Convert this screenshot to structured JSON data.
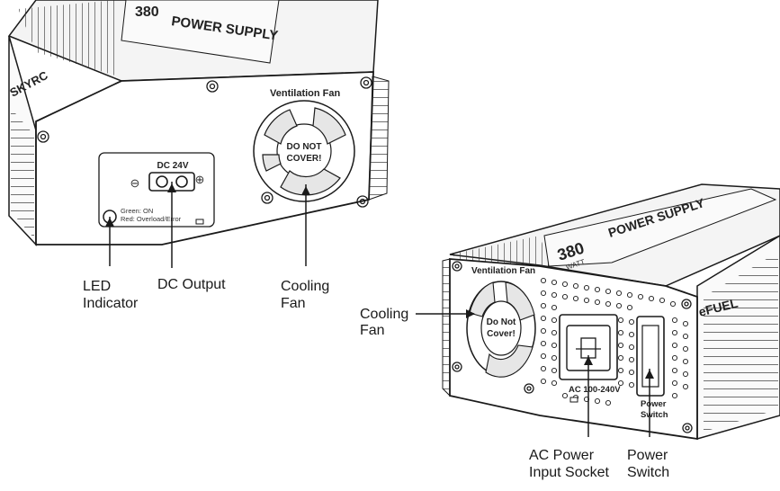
{
  "unit_left": {
    "brand_label": "SKYRC",
    "panel_title": "Ventilation Fan",
    "fan_label_line1": "DO NOT",
    "fan_label_line2": "COVER!",
    "dc_label": "DC 24V",
    "minus_symbol": "⊖",
    "plus_symbol": "⊕",
    "led_legend_line1": "Green: ON",
    "led_legend_line2": "Red: Overload/Error",
    "top_label_number": "380",
    "top_label_text": "POWER SUPPLY"
  },
  "unit_right": {
    "panel_title": "Ventilation Fan",
    "fan_label_line1": "Do Not",
    "fan_label_line2": "Cover!",
    "ac_label": "AC 100-240V",
    "switch_label_line1": "Power",
    "switch_label_line2": "Switch",
    "brand_label": "eFUEL",
    "top_label_number": "380",
    "top_label_unit": "WATT",
    "top_label_text": "POWER SUPPLY"
  },
  "callouts": {
    "led_line1": "LED",
    "led_line2": "Indicator",
    "dc_output": "DC Output",
    "cooling_left_line1": "Cooling",
    "cooling_left_line2": "Fan",
    "cooling_right_line1": "Cooling",
    "cooling_right_line2": "Fan",
    "ac_line1": "AC Power",
    "ac_line2": "Input Socket",
    "switch_line1": "Power",
    "switch_line2": "Switch"
  }
}
